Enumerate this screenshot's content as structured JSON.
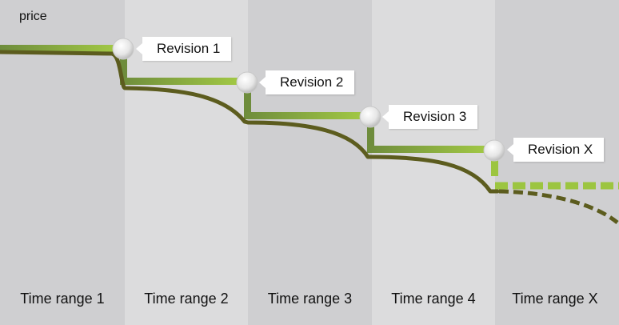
{
  "diagram": {
    "y_axis_label": "price",
    "time_ranges": [
      "Time range 1",
      "Time range 2",
      "Time range 3",
      "Time range 4",
      "Time range X"
    ],
    "revisions": [
      "Revision 1",
      "Revision 2",
      "Revision 3",
      "Revision X"
    ],
    "colors": {
      "band_dark": "#cfcfd1",
      "band_light": "#dcdcdd",
      "price_curve": "#5c5c1e",
      "revision_line": "#6e8c3c",
      "revision_line_light": "#9cc540",
      "projection_dashed": "#9cc540"
    }
  }
}
